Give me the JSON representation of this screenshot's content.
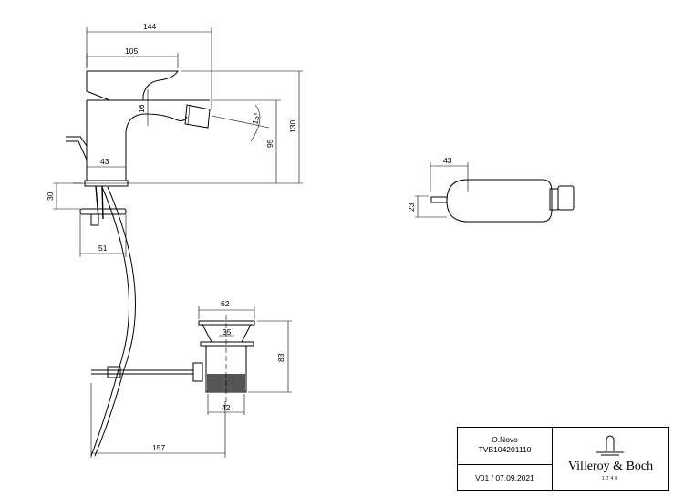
{
  "drawing": {
    "side_view": {
      "width_total": "144",
      "handle_length": "105",
      "spout_height": "16",
      "spray_angle": "15°",
      "outlet_height": "95",
      "total_height": "130",
      "base_width": "43",
      "deck_thickness": "30",
      "nut_width": "51"
    },
    "top_view": {
      "handle_length": "43",
      "width": "23"
    },
    "waste": {
      "flange_diameter": "62",
      "plug_diameter": "35",
      "height": "83",
      "thread_diameter": "42"
    },
    "pull_rod_length": "157"
  },
  "title_block": {
    "product": "O.Novo",
    "article": "TVB104201110",
    "version": "V01 / 07.09.2021",
    "brand": "Villeroy & Boch",
    "year": "1748"
  }
}
